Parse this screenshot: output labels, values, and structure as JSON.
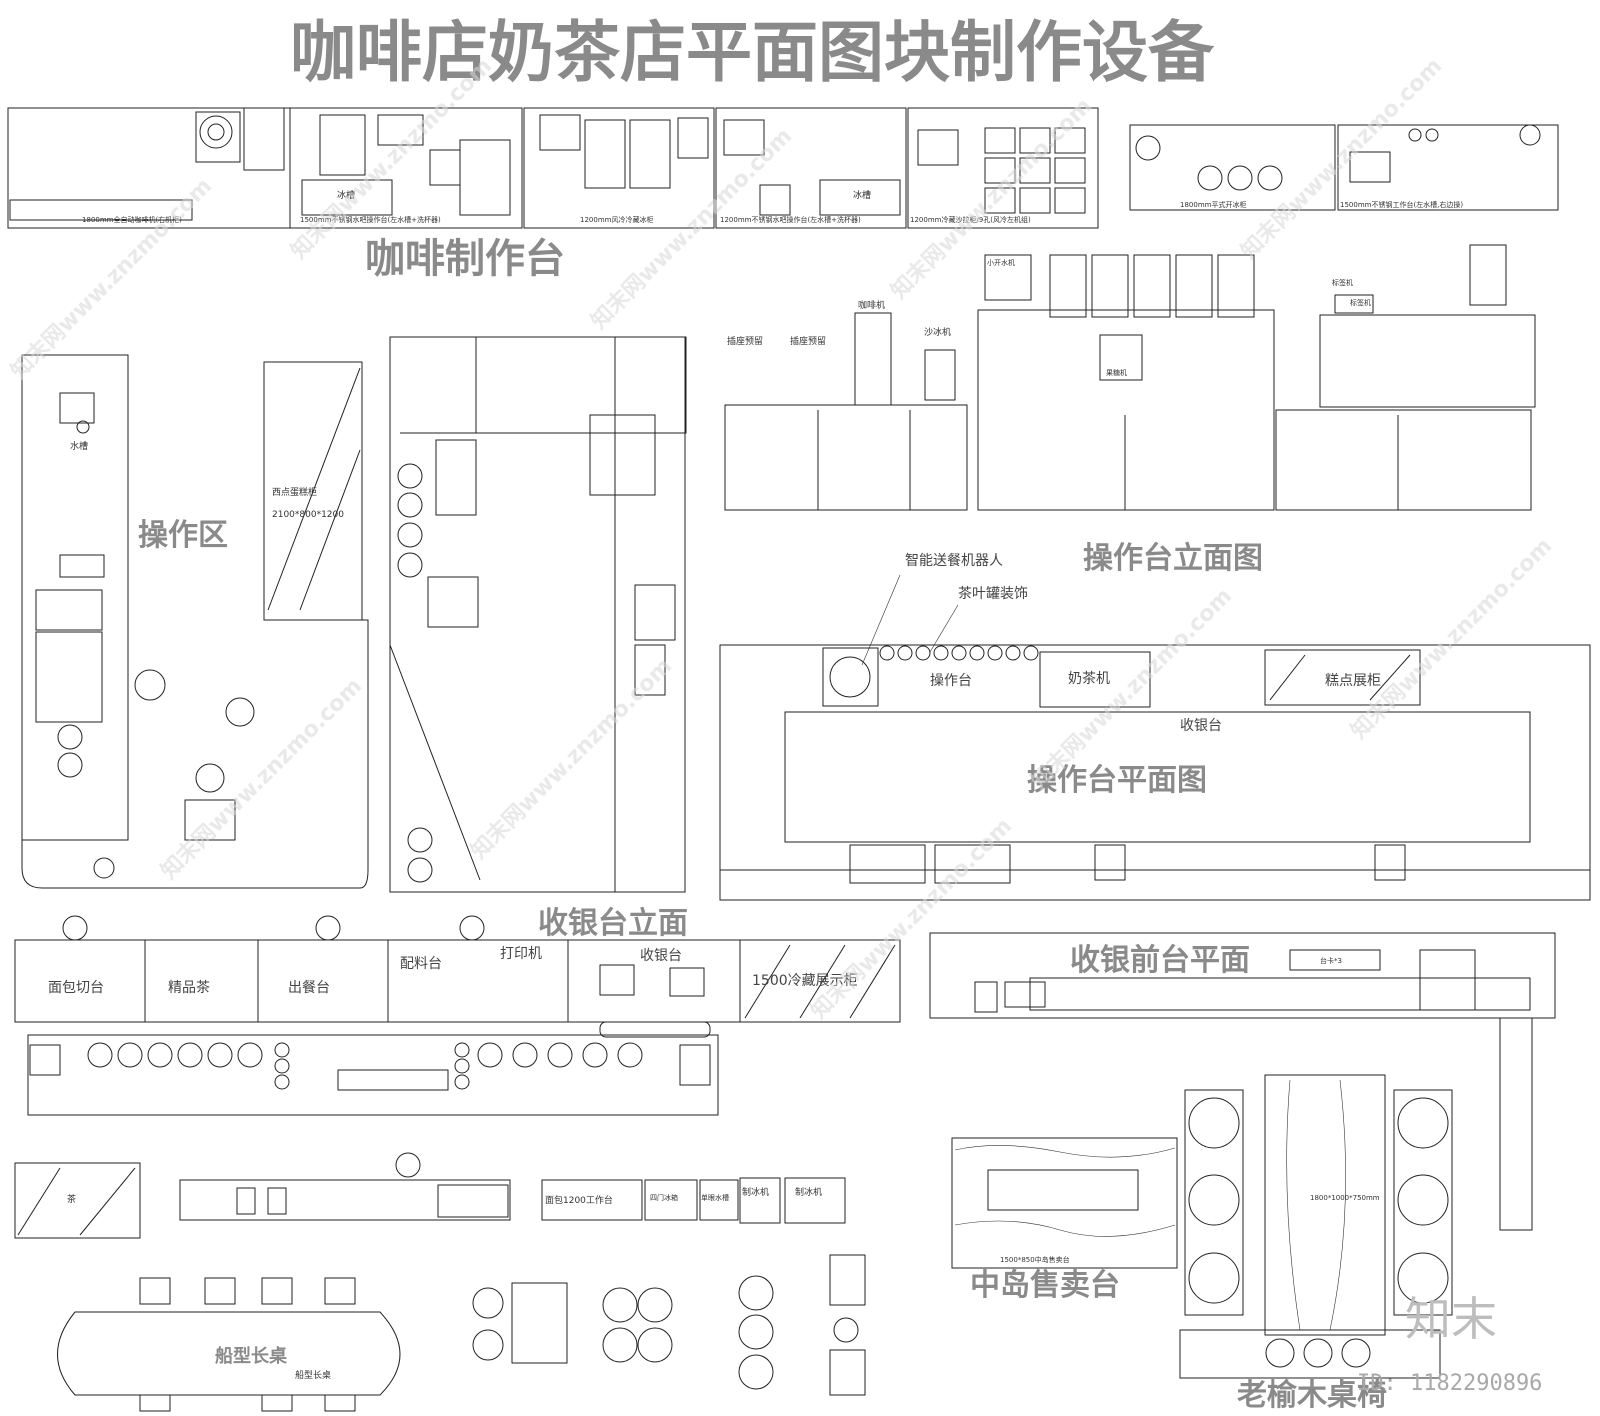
{
  "title": "咖啡店奶茶店平面图块制作设备",
  "sections": {
    "coffee_station": "咖啡制作台",
    "work_area": "操作区",
    "counter_elevation": "操作台立面图",
    "counter_plan": "操作台平面图",
    "cashier_elevation": "收银台立面",
    "front_desk_plan": "收银前台平面",
    "island_counter": "中岛售卖台",
    "boat_table": "船型长桌",
    "elm_furniture": "老榆木桌椅"
  },
  "equipment_captions": {
    "cap1": "1800mm全自动咖啡机(右机柜)",
    "cap2": "1500mm不锈钢水吧操作台(左水槽+洗杯器)",
    "cap3": "1200mm风冷冷藏冰柜",
    "cap4": "1200mm不锈钢水吧操作台(左水槽+洗杯器)",
    "cap5": "1200mm冷藏沙拉柜/9孔(风冷左机组)",
    "cap6": "1800mm平式开冰柜",
    "cap7": "1500mm不锈钢工作台(左水槽,右边操)",
    "ice_tank": "冰槽",
    "ice_tank2": "冰槽"
  },
  "work_area_labels": {
    "sink": "水槽",
    "cake_cabinet": "西点蛋糕柜",
    "cake_dims": "2100*800*1200"
  },
  "elevation_labels": {
    "socket1": "插座预留",
    "socket2": "插座预留",
    "coffee_machine": "咖啡机",
    "sand_machine": "沙冰机",
    "small_machine": "小开水机",
    "fructose": "果糖机",
    "scale": "标签机",
    "scale2": "标签机"
  },
  "plan_labels": {
    "robot": "智能送餐机器人",
    "tea_can": "茶叶罐装饰",
    "workbench": "操作台",
    "tea_machine": "奶茶机",
    "pastry_cabinet": "糕点展柜",
    "cashier": "收银台"
  },
  "cashier_labels": {
    "bread": "面包切台",
    "fine_tea": "精品茶",
    "serving": "出餐台",
    "prep": "配料台",
    "printer": "打印机",
    "cashier": "收银台",
    "display": "1500冷藏展示柜"
  },
  "front_desk_labels": {
    "box": "台卡*3"
  },
  "lower_labels": {
    "tea": "茶",
    "workbench": "面包1200工作台",
    "ice_maker1": "制冰机",
    "ice_maker2": "制冰机",
    "four_door": "四门冰箱",
    "single_sink": "单眼水槽",
    "island_dims": "1500*850中岛售卖台",
    "elm_dims": "1800*1000*750mm",
    "boat_label": "船型长桌"
  },
  "branding": {
    "logo": "知末",
    "id": "ID: 1182290896",
    "watermark": "知末网www.znzmo.com"
  }
}
